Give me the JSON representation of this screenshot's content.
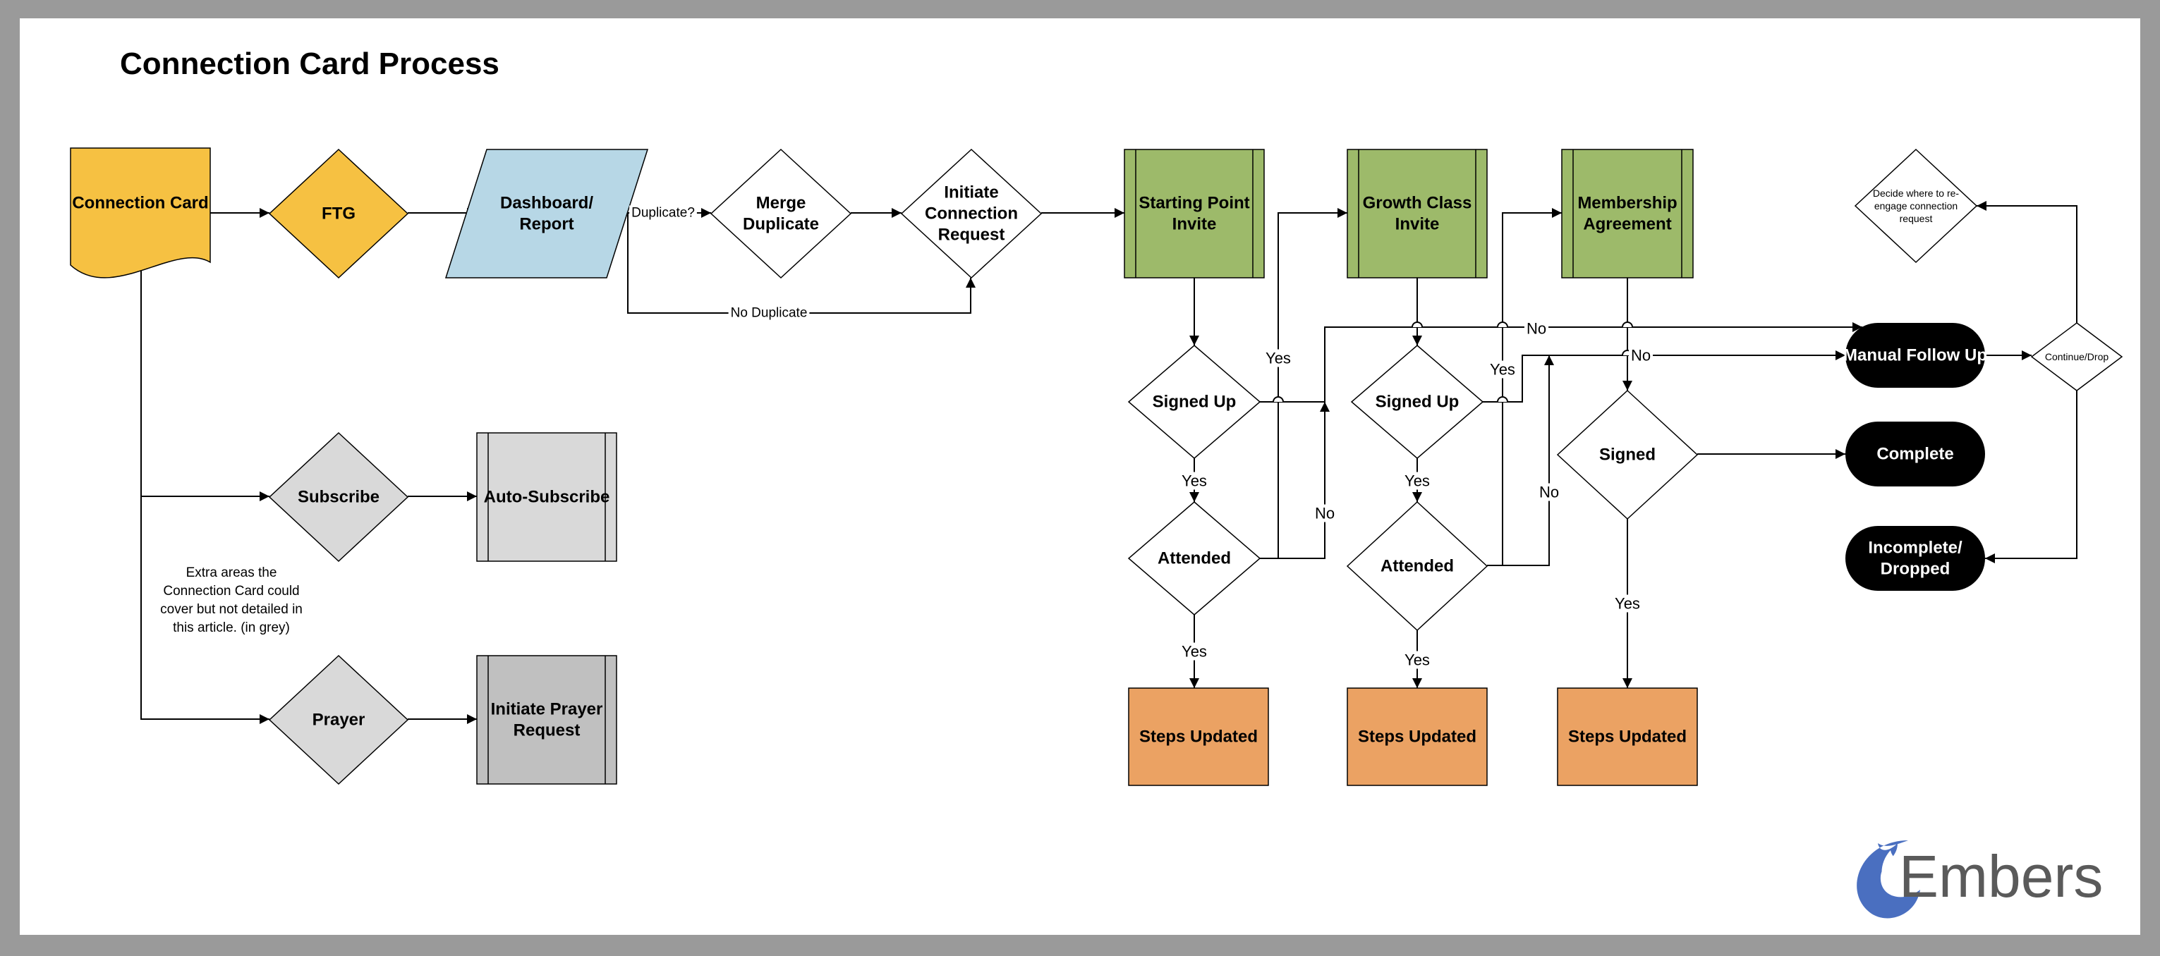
{
  "title": "Connection Card Process",
  "note": [
    "Extra areas the",
    "Connection Card could",
    "cover but not detailed in",
    "this article. (in grey)"
  ],
  "logo": {
    "text": "Embers",
    "color": "#5a5a5a",
    "flame_color": "#4a6fc0"
  },
  "colors": {
    "yellow": "#f6c142",
    "blue": "#b7d7e6",
    "green": "#9dba6a",
    "orange": "#eba263",
    "grey": "#d9d9d9",
    "grey_dark": "#c0c0c0",
    "black": "#000000",
    "white": "#ffffff"
  },
  "nodes": [
    {
      "id": "connection-card",
      "shape": "document",
      "fill": "yellow",
      "lines": [
        "Connection Card"
      ]
    },
    {
      "id": "ftg",
      "shape": "diamond",
      "fill": "yellow",
      "lines": [
        "FTG"
      ]
    },
    {
      "id": "dashboard-report",
      "shape": "parallelogram",
      "fill": "blue",
      "lines": [
        "Dashboard/",
        "Report"
      ]
    },
    {
      "id": "merge-duplicate",
      "shape": "diamond",
      "fill": "white",
      "lines": [
        "Merge",
        "Duplicate"
      ]
    },
    {
      "id": "initiate-connection-request",
      "shape": "diamond",
      "fill": "white",
      "lines": [
        "Initiate",
        "Connection",
        "Request"
      ]
    },
    {
      "id": "starting-point-invite",
      "shape": "process",
      "fill": "green",
      "lines": [
        "Starting Point",
        "Invite"
      ]
    },
    {
      "id": "growth-class-invite",
      "shape": "process",
      "fill": "green",
      "lines": [
        "Growth Class",
        "Invite"
      ]
    },
    {
      "id": "membership-agreement",
      "shape": "process",
      "fill": "green",
      "lines": [
        "Membership",
        "Agreement"
      ]
    },
    {
      "id": "decide-reengage",
      "shape": "diamond",
      "fill": "white",
      "small": true,
      "lines": [
        "Decide where to re-",
        "engage connection",
        "request"
      ]
    },
    {
      "id": "signed-up-1",
      "shape": "diamond",
      "fill": "white",
      "lines": [
        "Signed Up"
      ]
    },
    {
      "id": "signed-up-2",
      "shape": "diamond",
      "fill": "white",
      "lines": [
        "Signed Up"
      ]
    },
    {
      "id": "manual-follow-up",
      "shape": "terminal",
      "fill": "black",
      "lines": [
        "Manual Follow Up"
      ]
    },
    {
      "id": "continue-drop",
      "shape": "diamond",
      "fill": "white",
      "small": true,
      "lines": [
        "Continue/Drop"
      ]
    },
    {
      "id": "signed",
      "shape": "diamond",
      "fill": "white",
      "lines": [
        "Signed"
      ]
    },
    {
      "id": "complete",
      "shape": "terminal",
      "fill": "black",
      "lines": [
        "Complete"
      ]
    },
    {
      "id": "attended-1",
      "shape": "diamond",
      "fill": "white",
      "lines": [
        "Attended"
      ]
    },
    {
      "id": "attended-2",
      "shape": "diamond",
      "fill": "white",
      "lines": [
        "Attended"
      ]
    },
    {
      "id": "incomplete-dropped",
      "shape": "terminal",
      "fill": "black",
      "lines": [
        "Incomplete/",
        "Dropped"
      ]
    },
    {
      "id": "subscribe",
      "shape": "diamond",
      "fill": "grey",
      "lines": [
        "Subscribe"
      ]
    },
    {
      "id": "auto-subscribe",
      "shape": "process",
      "fill": "grey",
      "lines": [
        "Auto-Subscribe"
      ]
    },
    {
      "id": "prayer",
      "shape": "diamond",
      "fill": "grey",
      "lines": [
        "Prayer"
      ]
    },
    {
      "id": "initiate-prayer-request",
      "shape": "process",
      "fill": "grey_dark",
      "lines": [
        "Initiate Prayer",
        "Request"
      ]
    },
    {
      "id": "steps-updated-1",
      "shape": "rect",
      "fill": "orange",
      "lines": [
        "Steps Updated"
      ]
    },
    {
      "id": "steps-updated-2",
      "shape": "rect",
      "fill": "orange",
      "lines": [
        "Steps Updated"
      ]
    },
    {
      "id": "steps-updated-3",
      "shape": "rect",
      "fill": "orange",
      "lines": [
        "Steps Updated"
      ]
    }
  ],
  "edges": [
    {
      "from": "connection-card",
      "to": "ftg",
      "label": ""
    },
    {
      "from": "ftg",
      "to": "dashboard-report",
      "label": ""
    },
    {
      "from": "dashboard-report",
      "to": "merge-duplicate",
      "label": "Duplicate?"
    },
    {
      "from": "dashboard-report",
      "to": "initiate-connection-request",
      "label": "No Duplicate"
    },
    {
      "from": "merge-duplicate",
      "to": "initiate-connection-request",
      "label": ""
    },
    {
      "from": "initiate-connection-request",
      "to": "starting-point-invite",
      "label": ""
    },
    {
      "from": "connection-card",
      "to": "subscribe",
      "label": ""
    },
    {
      "from": "connection-card",
      "to": "prayer",
      "label": ""
    },
    {
      "from": "subscribe",
      "to": "auto-subscribe",
      "label": ""
    },
    {
      "from": "prayer",
      "to": "initiate-prayer-request",
      "label": ""
    },
    {
      "from": "starting-point-invite",
      "to": "signed-up-1",
      "label": ""
    },
    {
      "from": "signed-up-1",
      "to": "attended-1",
      "label": "Yes"
    },
    {
      "from": "attended-1",
      "to": "steps-updated-1",
      "label": "Yes"
    },
    {
      "from": "attended-1",
      "to": "growth-class-invite",
      "label": "Yes"
    },
    {
      "from": "attended-1",
      "to": "manual-follow-up",
      "label": "No"
    },
    {
      "from": "signed-up-1",
      "to": "manual-follow-up",
      "label": "No"
    },
    {
      "from": "growth-class-invite",
      "to": "signed-up-2",
      "label": ""
    },
    {
      "from": "signed-up-2",
      "to": "attended-2",
      "label": "Yes"
    },
    {
      "from": "attended-2",
      "to": "steps-updated-2",
      "label": "Yes"
    },
    {
      "from": "attended-2",
      "to": "membership-agreement",
      "label": "Yes"
    },
    {
      "from": "attended-2",
      "to": "manual-follow-up",
      "label": "No"
    },
    {
      "from": "signed-up-2",
      "to": "manual-follow-up",
      "label": "No"
    },
    {
      "from": "membership-agreement",
      "to": "signed",
      "label": ""
    },
    {
      "from": "signed",
      "to": "steps-updated-3",
      "label": "Yes"
    },
    {
      "from": "signed",
      "to": "complete",
      "label": ""
    },
    {
      "from": "manual-follow-up",
      "to": "continue-drop",
      "label": ""
    },
    {
      "from": "continue-drop",
      "to": "decide-reengage",
      "label": ""
    },
    {
      "from": "continue-drop",
      "to": "incomplete-dropped",
      "label": ""
    }
  ]
}
